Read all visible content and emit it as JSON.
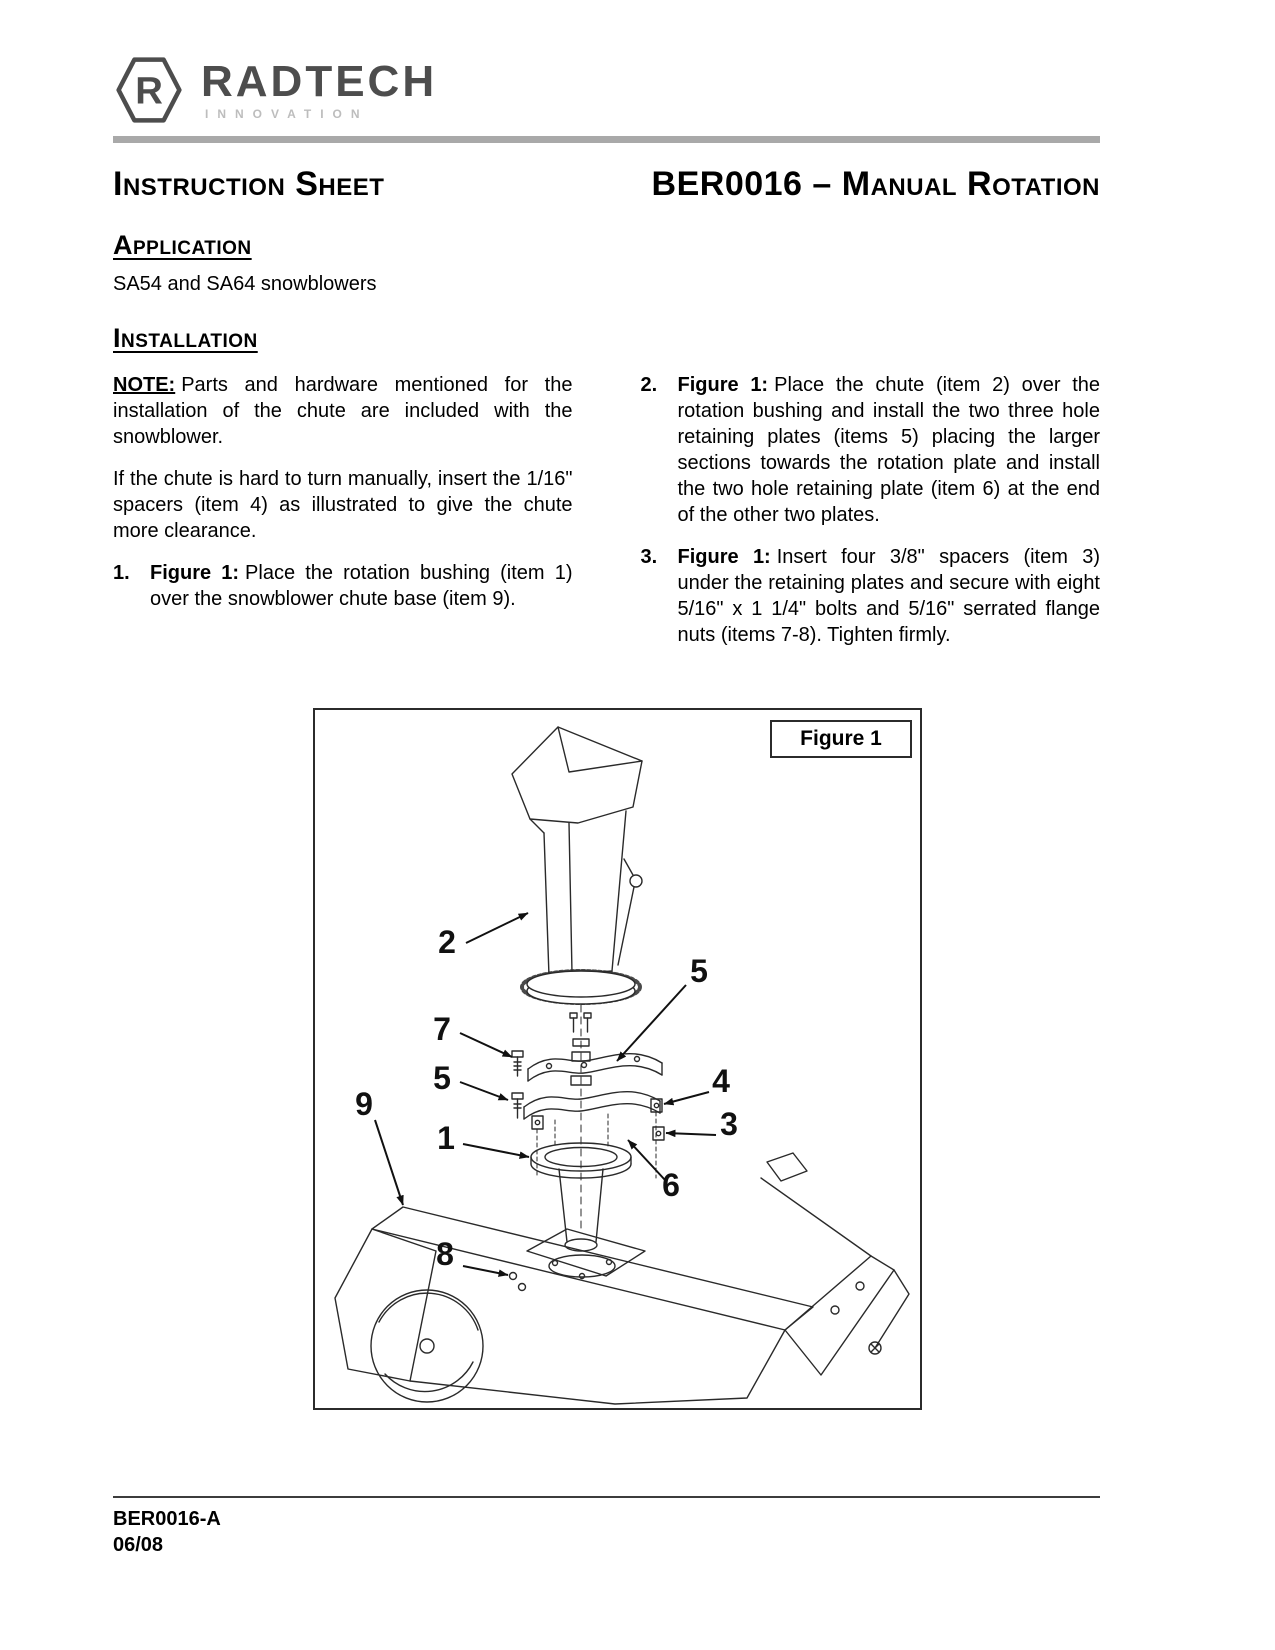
{
  "logo": {
    "hex_letter": "R",
    "brand": "RADTECH",
    "sub": "INNOVATION"
  },
  "title": {
    "left": "Instruction Sheet",
    "right": "BER0016 – Manual Rotation"
  },
  "application": {
    "heading": "Application",
    "body": "SA54 and SA64 snowblowers"
  },
  "installation": {
    "heading": "Installation",
    "note_label": "NOTE:",
    "note_body": "Parts and hardware mentioned for the installation of the chute are included with the snowblower.",
    "para2": "If the chute is hard to turn manually, insert the 1/16\" spacers (item 4) as illustrated to give the chute more clearance.",
    "items": [
      {
        "num": "1.",
        "bold": "Figure 1:",
        "text": "Place the rotation bushing (item 1) over the snowblower chute base (item 9)."
      },
      {
        "num": "2.",
        "bold": "Figure 1:",
        "text": "Place the chute (item 2) over the rotation bushing and install the two three hole retaining plates (items 5) placing the larger sections towards the rotation plate and install the two hole retaining plate (item 6) at the end of the other two plates."
      },
      {
        "num": "3.",
        "bold": "Figure 1:",
        "text": "Insert four 3/8\" spacers (item 3) under the retaining plates and secure with eight 5/16\" x 1 1/4\" bolts and 5/16\" serrated flange nuts (items 7-8).  Tighten firmly."
      }
    ]
  },
  "figure": {
    "label": "Figure 1",
    "callouts": [
      "2",
      "5",
      "7",
      "5",
      "9",
      "1",
      "4",
      "3",
      "6",
      "8"
    ]
  },
  "footer": {
    "doc_number": "BER0016-A",
    "date": "06/08"
  }
}
